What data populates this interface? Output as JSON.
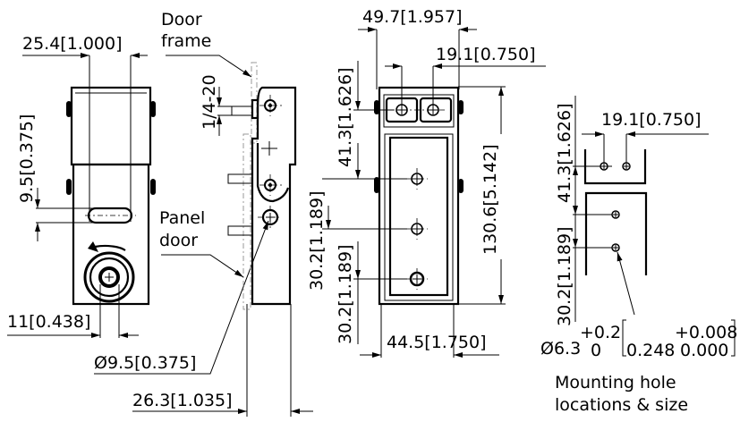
{
  "title": "Latch dimensional drawing",
  "labels": {
    "door_frame_1": "Door",
    "door_frame_2": "frame",
    "panel_door_1": "Panel",
    "panel_door_2": "door",
    "thread": "1/4-20",
    "mounting_1": "Mounting hole",
    "mounting_2": "locations & size"
  },
  "dimensions": {
    "front_width": "25.4[1.000]",
    "slot_height": "9.5[0.375]",
    "knob_offset": "11[0.438]",
    "hole_dia": "Ø9.5[0.375]",
    "side_depth": "26.3[1.035]",
    "side_pitch": "30.2[1.189]",
    "rear_overall_width": "49.7[1.957]",
    "rear_hole_spacing": "19.1[0.750]",
    "rear_height": "130.6[5.142]",
    "rear_top_offset": "41.3[1.626]",
    "rear_pitch": "30.2[1.189]",
    "rear_body_width": "44.5[1.750]",
    "mount_hole_spacing": "19.1[0.750]",
    "mount_top_offset": "41.3[1.626]",
    "mount_pitch": "30.2[1.189]"
  },
  "tolerance": {
    "dia_mm": "Ø6.3",
    "plus_mm": "+0.2",
    "minus_mm": "0",
    "dia_in": "0.248",
    "plus_in": "+0.008",
    "minus_in": "0.000"
  }
}
